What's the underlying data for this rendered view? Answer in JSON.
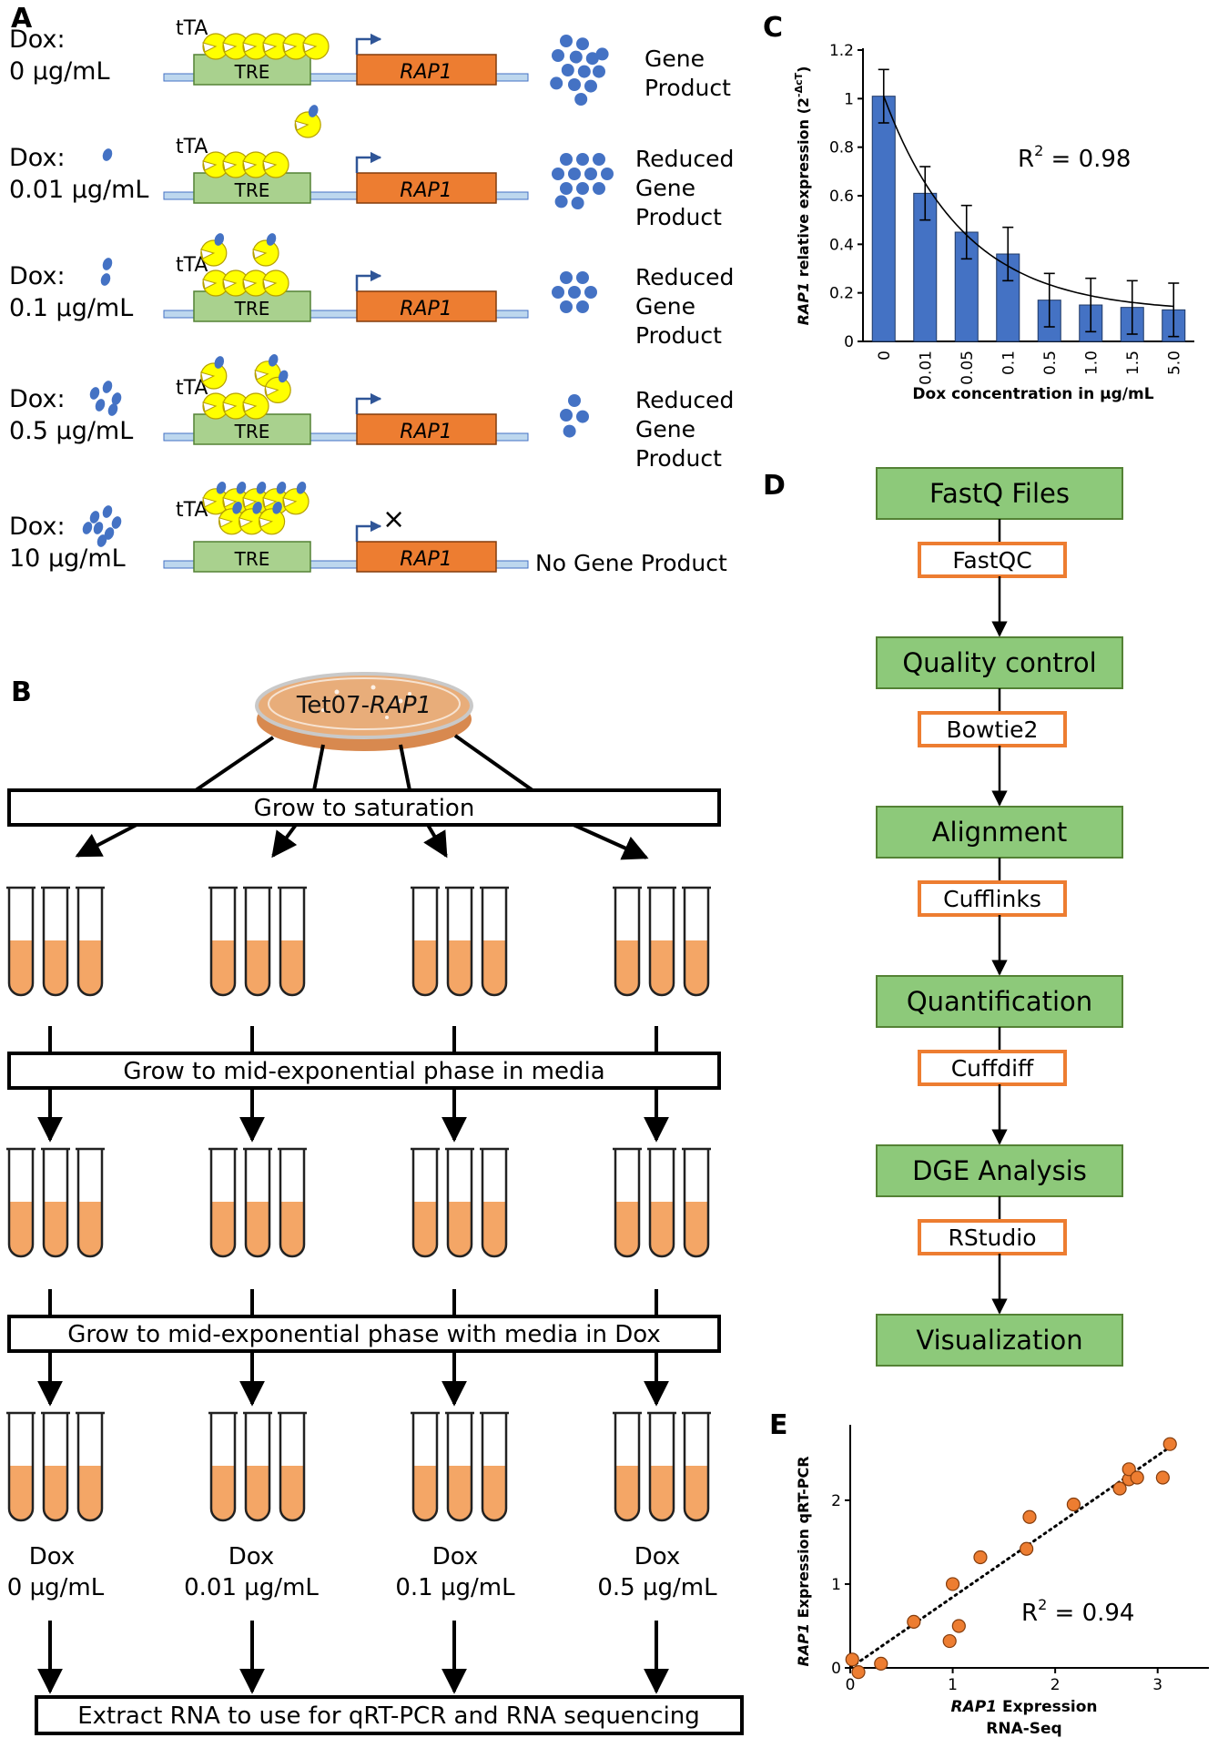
{
  "panelA": {
    "letter": "A",
    "tta_label": "tTA",
    "tre_label": "TRE",
    "gene_label": "RAP1",
    "rows": [
      {
        "dox_label": "Dox:",
        "dox_value": "0 µg/mL",
        "product": [
          "Gene",
          "Product"
        ]
      },
      {
        "dox_label": "Dox:",
        "dox_value": "0.01 µg/mL",
        "product": [
          "Reduced",
          "Gene",
          "Product"
        ]
      },
      {
        "dox_label": "Dox:",
        "dox_value": "0.1 µg/mL",
        "product": [
          "Reduced",
          "Gene",
          "Product"
        ]
      },
      {
        "dox_label": "Dox:",
        "dox_value": "0.5 µg/mL",
        "product": [
          "Reduced",
          "Gene",
          "Product"
        ]
      },
      {
        "dox_label": "Dox:",
        "dox_value": "10 µg/mL",
        "product": [
          "No Gene Product"
        ]
      }
    ],
    "block_mark": "×"
  },
  "panelB": {
    "letter": "B",
    "plate_label_prefix": "Tet07-",
    "plate_label_gene": "RAP1",
    "step1": "Grow to saturation",
    "step2": "Grow to mid-exponential phase in media",
    "step3": "Grow to mid-exponential phase with media in Dox",
    "step4": "Extract RNA to use for qRT-PCR and RNA sequencing",
    "groups": [
      {
        "dox": "Dox",
        "conc": "0 µg/mL"
      },
      {
        "dox": "Dox",
        "conc": "0.01 µg/mL"
      },
      {
        "dox": "Dox",
        "conc": "0.1 µg/mL"
      },
      {
        "dox": "Dox",
        "conc": "0.5 µg/mL"
      }
    ],
    "colors": {
      "tube_fill": "#f4a666",
      "plate": "#e8ad7a"
    }
  },
  "panelC": {
    "letter": "C",
    "r2_label": "R",
    "r2_value": " = 0.98"
  },
  "panelD": {
    "letter": "D",
    "steps": [
      "FastQ Files",
      "Quality control",
      "Alignment",
      "Quantification",
      "DGE Analysis",
      "Visualization"
    ],
    "tools": [
      "FastQC",
      "Bowtie2",
      "Cufflinks",
      "Cuffdiff",
      "RStudio"
    ],
    "colors": {
      "step_fill": "#8dc97a",
      "tool_border": "#ed7d31"
    }
  },
  "panelE": {
    "letter": "E",
    "r2_label": "R",
    "r2_value": " = 0.94"
  },
  "colors": {
    "tre": "#a9d18e",
    "gene": "#ed7d31",
    "tta": "#ffff00",
    "dot": "#4472c4",
    "bar": "#4472c4",
    "scatter": "#ed7d31",
    "line_bg": "#bdd7ee"
  },
  "chart_data": [
    {
      "type": "bar",
      "categories": [
        "0",
        "0.01",
        "0.05",
        "0.1",
        "0.5",
        "1.0",
        "1.5",
        "5.0"
      ],
      "values": [
        1.01,
        0.61,
        0.45,
        0.36,
        0.17,
        0.15,
        0.14,
        0.13
      ],
      "errors": [
        0.11,
        0.11,
        0.11,
        0.11,
        0.11,
        0.11,
        0.11,
        0.11
      ],
      "ylabel_italic": "RAP1",
      "ylabel_rest": " relative expression (2",
      "ylabel_sup": "-ΔcT",
      "ylabel_close": ")",
      "xlabel": "Dox concentration in µg/mL",
      "ylim": [
        0,
        1.2
      ],
      "yticks": [
        "0",
        "0.2",
        "0.4",
        "0.6",
        "0.8",
        "1",
        "1.2"
      ],
      "fit": "exponential decay curve"
    },
    {
      "type": "scatter",
      "x": [
        0.02,
        0.08,
        0.3,
        0.62,
        0.97,
        1.0,
        1.06,
        1.27,
        1.72,
        1.75,
        2.18,
        2.63,
        2.72,
        2.72,
        2.8,
        3.05,
        3.12
      ],
      "y": [
        0.1,
        -0.05,
        0.05,
        0.55,
        0.32,
        1.0,
        0.5,
        1.32,
        1.42,
        1.8,
        1.95,
        2.14,
        2.25,
        2.37,
        2.27,
        2.27,
        2.67
      ],
      "xlabel_italic": "RAP1",
      "xlabel_rest": " Expression",
      "xlabel_line2": "RNA-Seq",
      "ylabel_italic": "RAP1",
      "ylabel_rest": " Expression qRT-PCR",
      "xticks": [
        "0",
        "1",
        "2",
        "3"
      ],
      "yticks": [
        "0",
        "1",
        "2"
      ],
      "xlim": [
        0,
        3.5
      ],
      "ylim": [
        0,
        2.9
      ],
      "fit": "dotted linear trend"
    }
  ]
}
